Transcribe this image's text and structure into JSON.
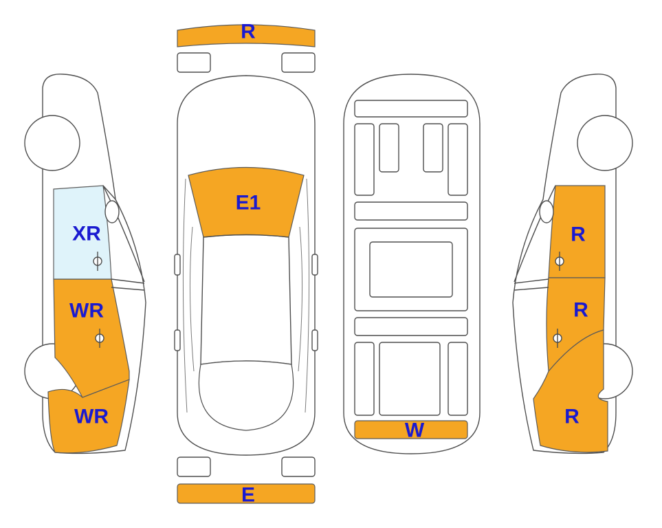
{
  "colors": {
    "damage_fill": "#F5A623",
    "glass_fill": "#DFF3FA",
    "label_text": "#1A1AD0",
    "outline": "#4D4D4D"
  },
  "damage_codes": {
    "front_bumper": "R",
    "rear_bumper": "E",
    "windshield": "E1",
    "underbody_rear": "W",
    "left_rear_window": "XR",
    "left_rear_door": "WR",
    "left_rear_quarter": "WR",
    "right_rear_door_upper": "R",
    "right_rear_door_lower": "R",
    "right_rear_quarter": "R"
  }
}
